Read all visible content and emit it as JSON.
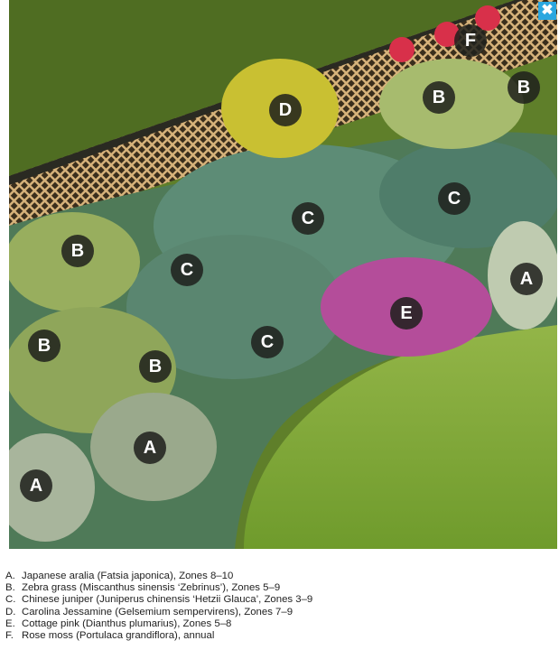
{
  "close_button": {
    "icon": "close-icon",
    "glyph": "✖",
    "color": "#2ba7df"
  },
  "plants": [
    {
      "key": "A",
      "label": "A.",
      "text": "Japanese aralia (Fatsia japonica), Zones 8–10",
      "color": "#cfd8c4"
    },
    {
      "key": "B",
      "label": "B.",
      "text": "Zebra grass (Miscanthus sinensis ‘Zebrinus’), Zones 5–9",
      "color": "#9bb46a"
    },
    {
      "key": "C",
      "label": "C.",
      "text": "Chinese juniper (Juniperus chinensis ‘Hetzii Glauca’, Zones 3–9",
      "color": "#5f8474"
    },
    {
      "key": "D",
      "label": "D.",
      "text": "Carolina Jessamine (Gelsemium sempervirens), Zones 7–9",
      "color": "#d7cf3a"
    },
    {
      "key": "E",
      "label": "E.",
      "text": "Cottage pink (Dianthus plumarius), Zones 5–8",
      "color": "#c65aa8"
    },
    {
      "key": "F",
      "label": "F.",
      "text": "Rose moss (Portulaca grandiflora), annual",
      "color": "#d8304a"
    }
  ],
  "markers": [
    "D",
    "F",
    "B",
    "B",
    "C",
    "C",
    "C",
    "C",
    "B",
    "B",
    "B",
    "A",
    "E",
    "A",
    "A"
  ]
}
